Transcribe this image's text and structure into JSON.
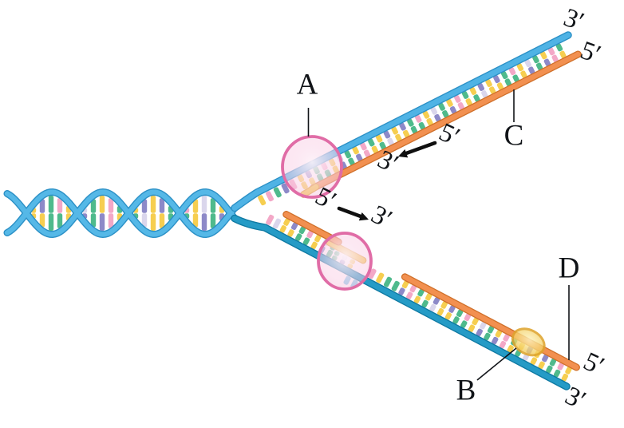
{
  "labels": {
    "a": "A",
    "b": "B",
    "c": "C",
    "d": "D"
  },
  "strand_ends": {
    "top_template_3": "3′",
    "leading_5": "5′",
    "lagging_5": "5′",
    "bottom_template_3": "3′"
  },
  "direction_arrows": {
    "leading": {
      "from": "5′",
      "to": "3′"
    },
    "lagging": {
      "from": "5′",
      "to": "3′"
    }
  },
  "colors": {
    "top_backbone": "#4FB3E5",
    "top_backbone_edge": "#2B90C6",
    "helix_ribbon": "#55B8E7",
    "bottom_backbone": "#259BC6",
    "bottom_backbone_edge": "#0F7AA3",
    "new_strand": "#F29050",
    "new_strand_edge": "#D0702A",
    "primer": "#F4C845",
    "primer_edge": "#DFA42A",
    "enzyme_ring": "#E06CA6",
    "ligase_ring": "#DFA42E",
    "label_text": "#111418",
    "bases": {
      "yellow": "#F6CE50",
      "green": "#4FBA8C",
      "purple": "#8D89C8",
      "pink": "#F3A8C7",
      "lavender": "#DAD6EC",
      "blue": "#86CBEC"
    }
  },
  "base_pair_pattern": [
    [
      "yellow",
      "yellow"
    ],
    [
      "purple",
      "yellow"
    ],
    [
      "green",
      "green"
    ],
    [
      "pink",
      "green"
    ],
    [
      "yellow",
      "yellow"
    ],
    [
      "lavender",
      "purple"
    ],
    [
      "green",
      "green"
    ],
    [
      "yellow",
      "purple"
    ],
    [
      "pink",
      "pink"
    ],
    [
      "green",
      "yellow"
    ],
    [
      "yellow",
      "green"
    ],
    [
      "purple",
      "lavender"
    ]
  ],
  "primer_pairs": [
    [
      "green",
      "green"
    ],
    [
      "lavender",
      "purple"
    ],
    [
      "yellow",
      "yellow"
    ]
  ],
  "unpaired": {
    "top_fork": [
      "yellow",
      "pink",
      "green",
      "purple",
      "pink"
    ],
    "before_fragment1": [
      "pink",
      "lavender"
    ],
    "template_gap": [
      "pink",
      "yellow",
      "green",
      "green"
    ],
    "under_primer": [
      "blue",
      "blue"
    ]
  }
}
